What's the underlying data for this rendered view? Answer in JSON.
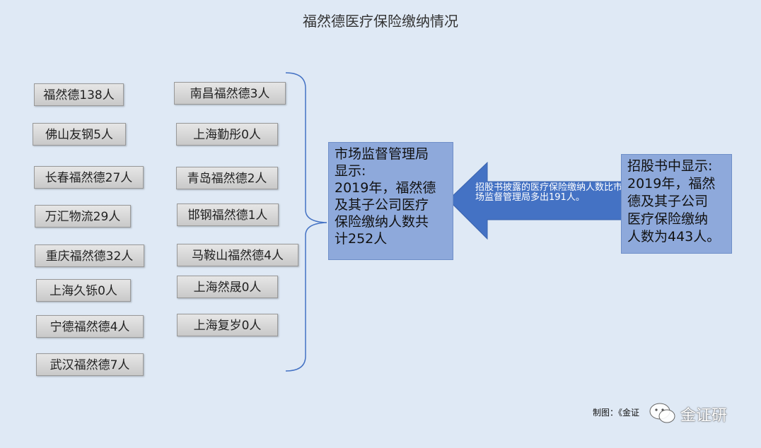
{
  "title": "福然德医疗保险缴纳情况",
  "left_column": [
    "福然德138人",
    "佛山友钢5人",
    "长春福然德27人",
    "万汇物流29人",
    "重庆福然德32人",
    "上海久铄0人",
    "宁德福然德4人",
    "武汉福然德7人"
  ],
  "right_column": [
    "南昌福然德3人",
    "上海勤彤0人",
    "青岛福然德2人",
    "邯钢福然德1人",
    "马鞍山福然德4人",
    "上海然晟0人",
    "上海复岁0人"
  ],
  "market_box": {
    "line1": "市场监督管理局",
    "line2": "显示:",
    "line3": "2019年，福然德",
    "line4": "及其子公司医疗",
    "line5": "保险缴纳人数共",
    "line6": "计252人"
  },
  "arrow_text": "招股书披露的医疗保险缴纳人数比市场监督管理局多出191人。",
  "prospectus_box": {
    "line1": "招股书中显示:",
    "line2": "2019年，福然",
    "line3": "德及其子公司",
    "line4": "医疗保险缴纳",
    "line5": "人数为443人。"
  },
  "credit": "制图：《金证",
  "watermark": "金证研",
  "colors": {
    "background": "#dfe9f5",
    "box_blue": "#8ea9db",
    "arrow_blue": "#4472c4",
    "brace": "#4472c4"
  }
}
